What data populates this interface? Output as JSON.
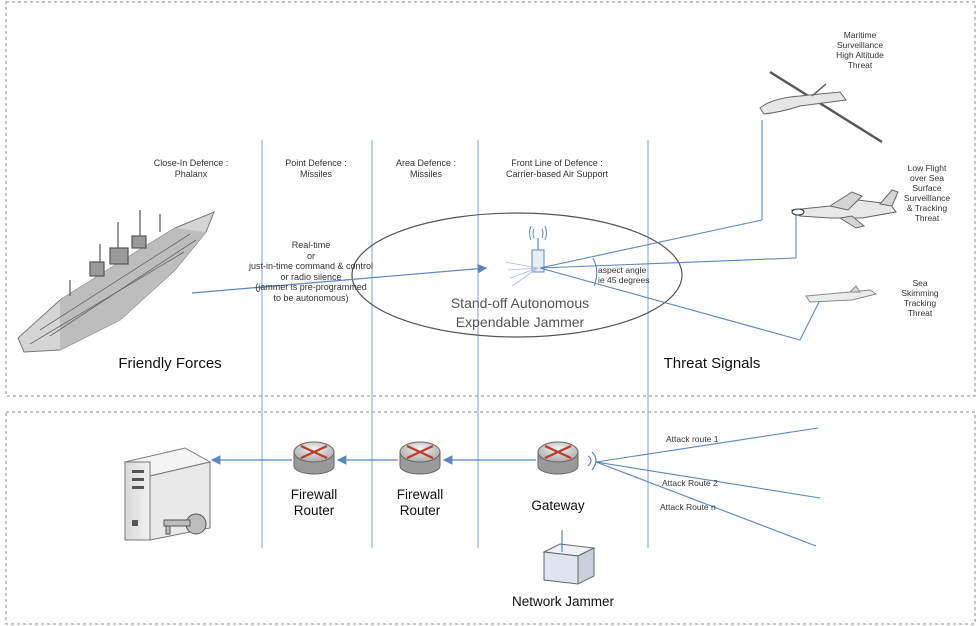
{
  "defence_zones": [
    {
      "label": "Close-In Defence :\nPhalanx"
    },
    {
      "label": "Point Defence :\nMissiles"
    },
    {
      "label": "Area Defence :\nMissiles"
    },
    {
      "label": "Front Line of Defence :\nCarrier-based Air Support"
    }
  ],
  "command_text": "Real-time\nor\njust-in-time command & control\nor radio silence\n(jammer is pre-programmed\nto be autonomous)",
  "jammer_label": "Stand-off Autonomous\nExpendable Jammer",
  "aspect_label": "aspect angle\nie 45 degrees",
  "friendly_forces": "Friendly Forces",
  "threat_signals": "Threat Signals",
  "threats": [
    {
      "label": "Maritime\nSurveillance\nHigh Altitude\nThreat"
    },
    {
      "label": "Low Flight\nover Sea\nSurface\nSurveillance\n& Tracking\nThreat"
    },
    {
      "label": "Sea\nSkimming\nTracking\nThreat"
    }
  ],
  "network": {
    "routers": [
      {
        "label": "Firewall\nRouter"
      },
      {
        "label": "Firewall\nRouter"
      }
    ],
    "gateway": "Gateway",
    "network_jammer": "Network Jammer",
    "attack_routes": [
      "Attack route 1",
      "Attack Route 2",
      "Attack Route n"
    ]
  },
  "colors": {
    "line_blue": "#5a86c4",
    "router_red": "#c0392b",
    "border_gray": "#888888"
  }
}
